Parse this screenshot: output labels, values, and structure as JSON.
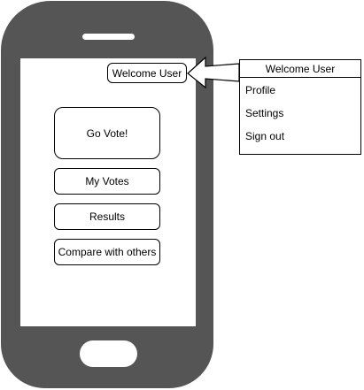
{
  "screen": {
    "welcome_label": "Welcome User",
    "go_vote_label": "Go Vote!",
    "my_votes_label": "My Votes",
    "results_label": "Results",
    "compare_label": "Compare with others"
  },
  "user_menu": {
    "header": "Welcome User",
    "items": [
      {
        "label": "Profile"
      },
      {
        "label": "Settings"
      },
      {
        "label": "Sign out"
      }
    ]
  },
  "colors": {
    "phone_body": "#555555",
    "screen": "#ffffff",
    "border": "#000000"
  }
}
